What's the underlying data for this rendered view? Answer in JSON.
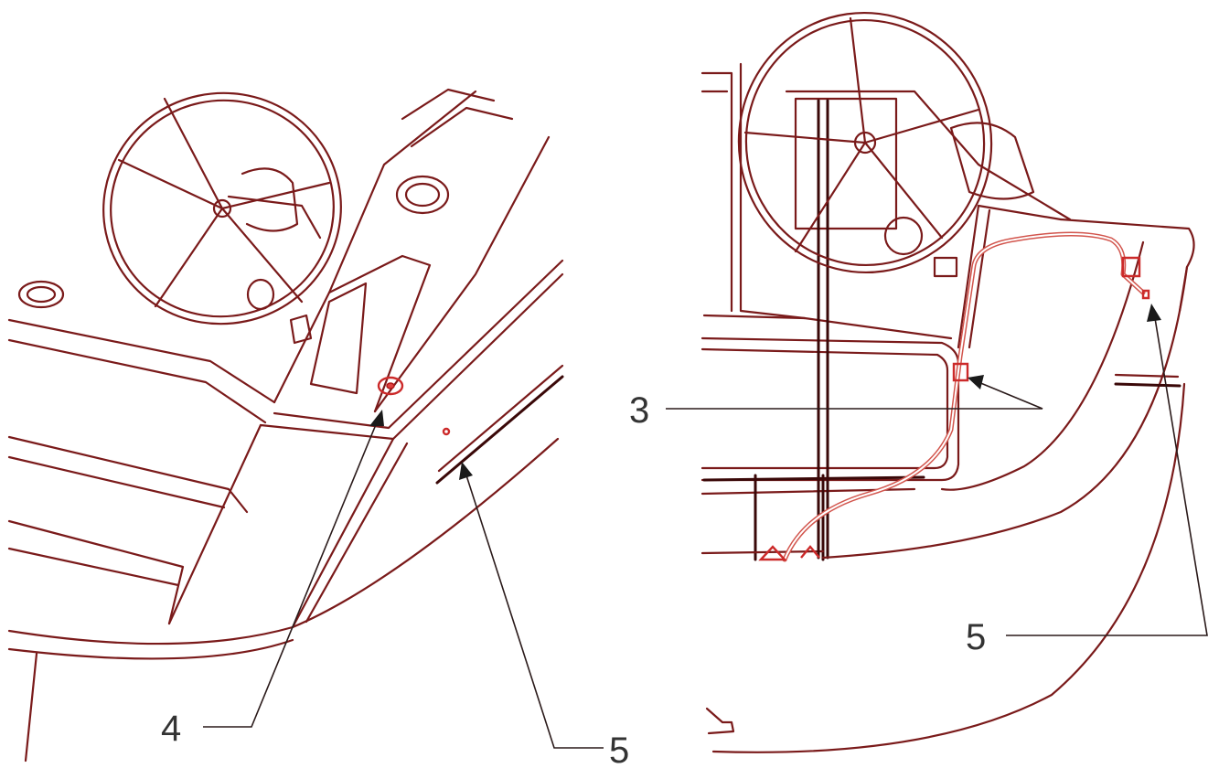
{
  "callouts": [
    {
      "id": "callout-3",
      "text": "3"
    },
    {
      "id": "callout-4",
      "text": "4"
    },
    {
      "id": "callout-5-left",
      "text": "5"
    },
    {
      "id": "callout-5-right",
      "text": "5"
    }
  ],
  "colors": {
    "line": "#7a1a1a",
    "highlight": "#cc2a2a",
    "hose": "#d2554d",
    "label": "#333333"
  }
}
